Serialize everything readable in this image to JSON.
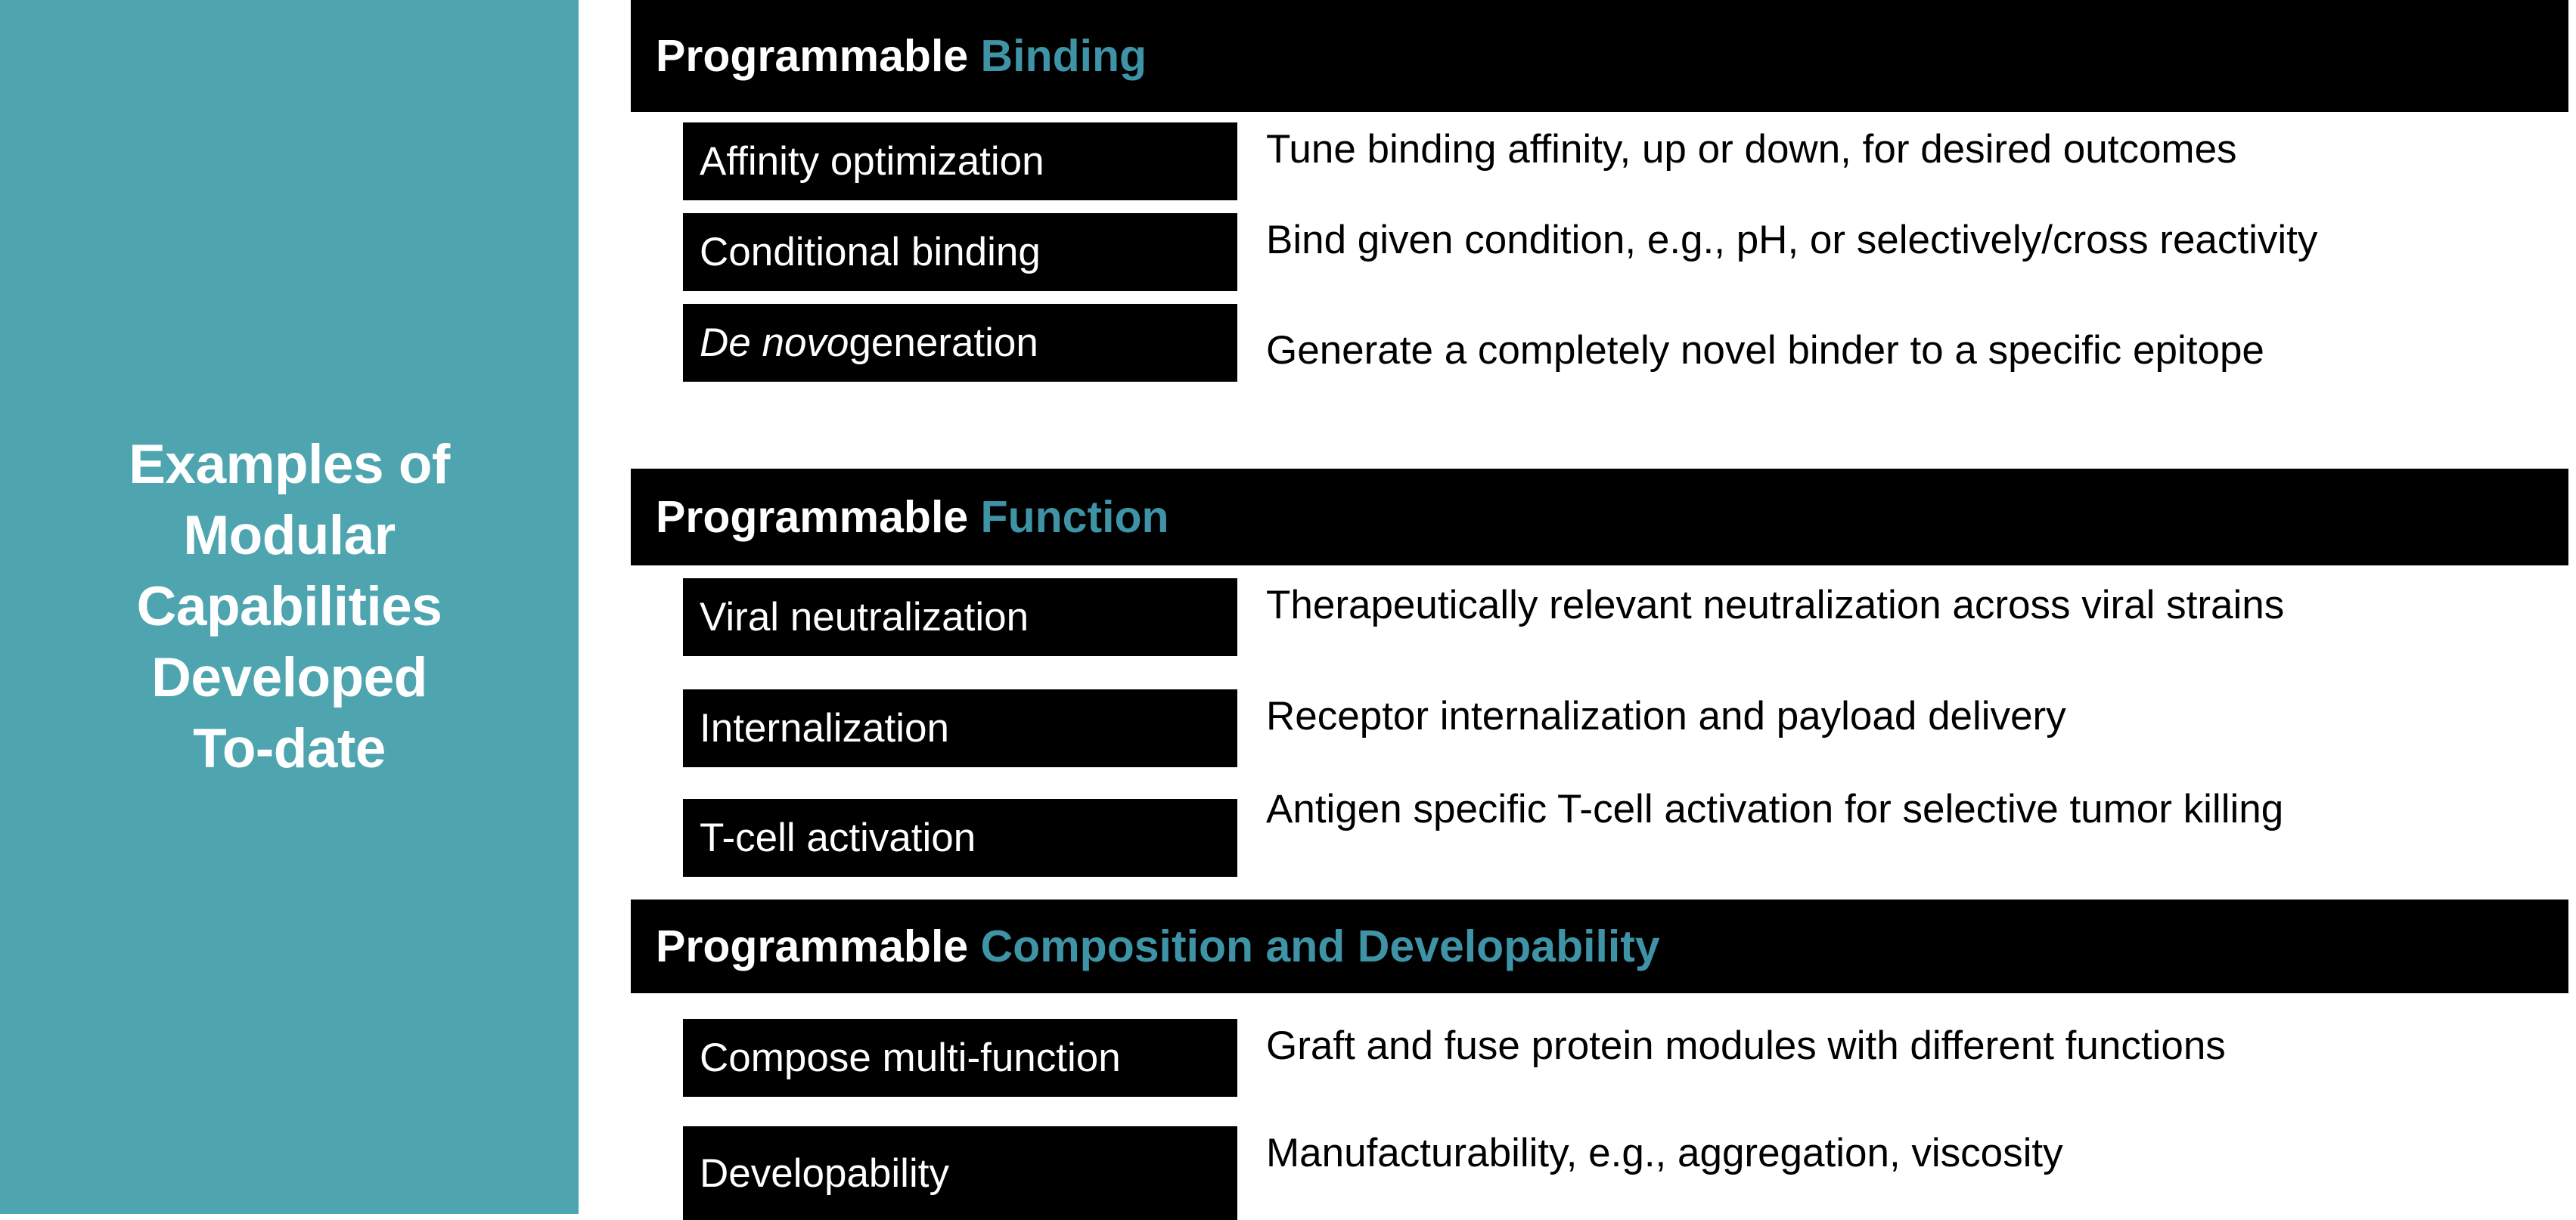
{
  "sidebar": {
    "title": "Examples of\nModular\nCapabilities\nDeveloped\nTo-date",
    "background_color": "#4EA5B0",
    "text_color": "#ffffff"
  },
  "colors": {
    "accent_teal": "#3E94A6",
    "panel_teal": "#4EA5B0",
    "header_bg": "#000000",
    "chip_bg": "#000000",
    "page_bg": "#ffffff",
    "body_text": "#000000"
  },
  "sections": [
    {
      "header_lead": "Programmable ",
      "header_accent": "Binding",
      "rows": [
        {
          "label": "Affinity optimization",
          "label_italic": "",
          "label_rest": "",
          "description": "Tune binding affinity, up or down, for desired outcomes"
        },
        {
          "label": "Conditional binding",
          "label_italic": "",
          "label_rest": "",
          "description": "Bind given condition, e.g., pH, or selectively/cross reactivity"
        },
        {
          "label": "",
          "label_italic": "De novo",
          "label_rest": " generation",
          "description": "Generate a completely novel binder to a specific epitope"
        }
      ]
    },
    {
      "header_lead": "Programmable ",
      "header_accent": "Function",
      "rows": [
        {
          "label": "Viral neutralization",
          "label_italic": "",
          "label_rest": "",
          "description": "Therapeutically relevant neutralization across viral strains"
        },
        {
          "label": "Internalization",
          "label_italic": "",
          "label_rest": "",
          "description": "Receptor internalization and payload delivery"
        },
        {
          "label": "T-cell activation",
          "label_italic": "",
          "label_rest": "",
          "description": "Antigen specific T-cell activation for selective tumor killing"
        }
      ]
    },
    {
      "header_lead": "Programmable ",
      "header_accent": "Composition and Developability",
      "rows": [
        {
          "label": "Compose multi-function",
          "label_italic": "",
          "label_rest": "",
          "description": "Graft and fuse protein modules with different functions"
        },
        {
          "label": "Developability",
          "label_italic": "",
          "label_rest": "",
          "description": "Manufacturability, e.g., aggregation, viscosity"
        }
      ]
    }
  ]
}
